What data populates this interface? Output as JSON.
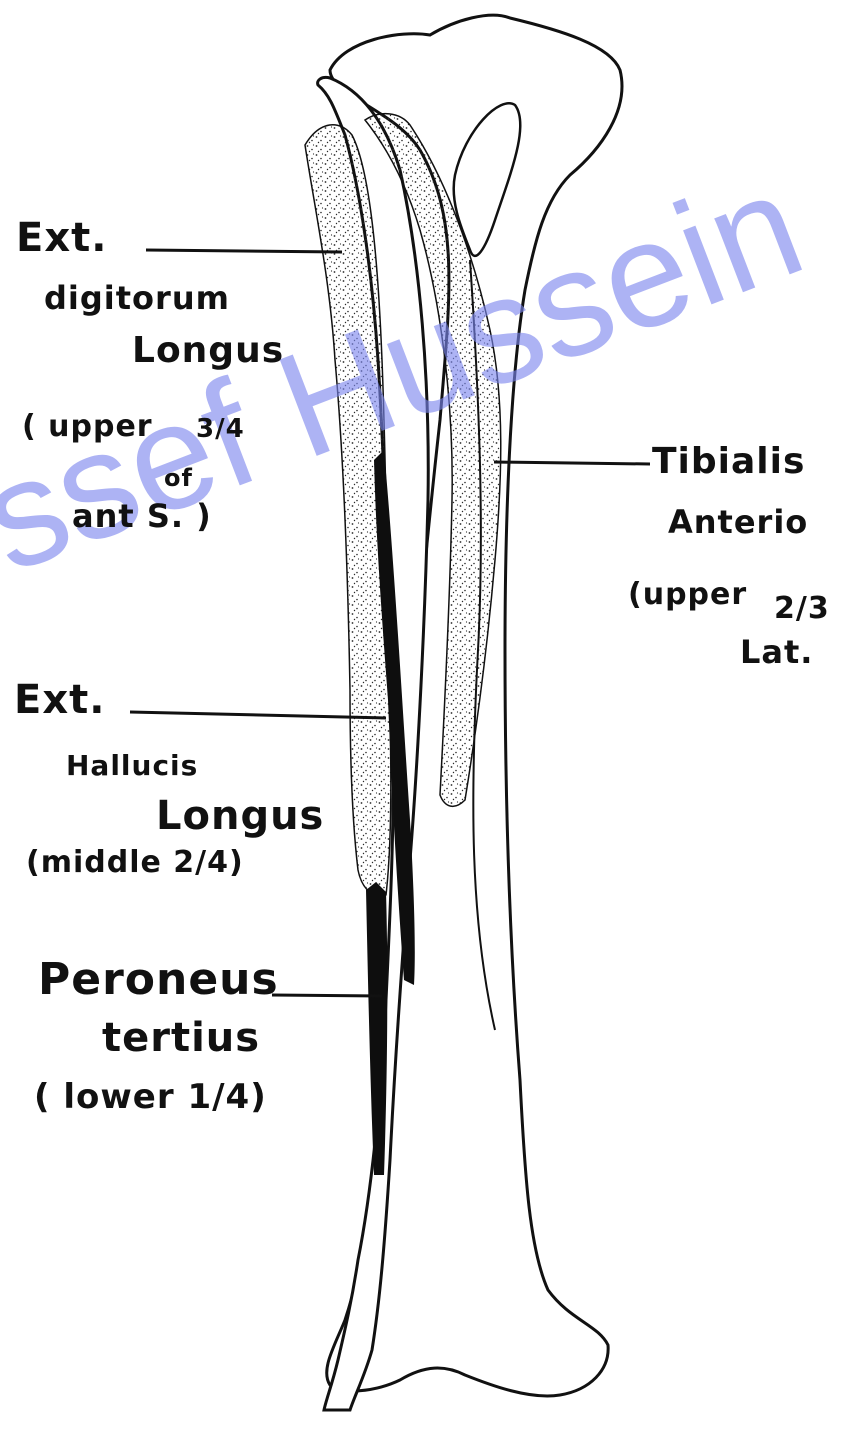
{
  "labels": {
    "edl": {
      "l1": "Ext.",
      "l2": "digitorum",
      "l3": "Longus",
      "l4": "( upper",
      "frac": "3/4",
      "l5": "of",
      "l6": "ant S. )"
    },
    "ta": {
      "l1": "Tibialis",
      "l2": "Anterio",
      "l3": "(upper",
      "frac": "2/3",
      "l4": "Lat."
    },
    "ehl": {
      "l1": "Ext.",
      "l2": "Hallucis",
      "l3": "Longus",
      "l4": "(middle 2/4)"
    },
    "pt": {
      "l1": "Peroneus",
      "l2": "tertius",
      "l3": "( lower 1/4)"
    }
  },
  "watermark": "ssef Hussein",
  "colors": {
    "ink": "#111111",
    "stipple": "#2a2a2a",
    "watermark": "#7b86ee",
    "background": "#ffffff"
  }
}
